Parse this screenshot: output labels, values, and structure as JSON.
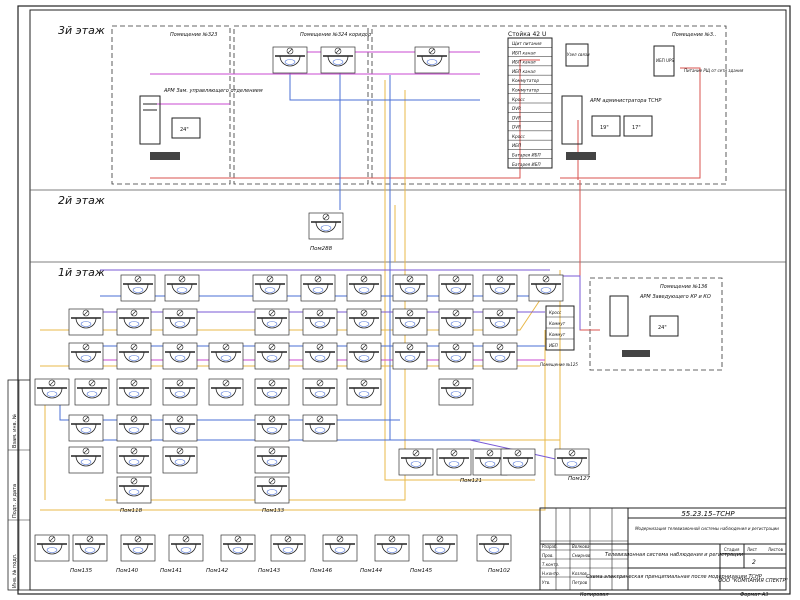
{
  "floors": {
    "f3": "3й этаж",
    "f2": "2й этаж",
    "f1": "1й этаж"
  },
  "rooms": {
    "f3_room1": "Помещение №323",
    "f3_room2": "Помещение №324 коридор",
    "f3_room3": "Помещение №3..",
    "f1_room": "Помещение №136",
    "f1_rack_room": "Помещение №125"
  },
  "workstations": {
    "f3_left": "АРМ Зам. управляющего отделением",
    "f3_right": "АРМ администратора ТСНР",
    "f1": "АРМ Заведующего КР и КО",
    "monitor_24": "24\"",
    "monitor_19": "19\"",
    "monitor_17": "17\""
  },
  "rack": {
    "title": "Стойка 42 U",
    "items": [
      "Щит питания",
      "ИБП канал",
      "ИБП канал",
      "ИБП канал",
      "Коммутатор",
      "Коммутатор",
      "Кросс",
      "DVR",
      "DVR",
      "DVR",
      "Кросс",
      "ИБП",
      "Батарея ИБП",
      "Батарея ИБП"
    ]
  },
  "rack_f1": {
    "items": [
      "Кросс",
      "Коммут",
      "Коммут",
      "ИБП"
    ]
  },
  "misc": {
    "router_box": "Узел связи",
    "power_box": "ИБП UPS",
    "power_note": "Питание РЩ от сети здания"
  },
  "room_labels": [
    "Пом288",
    "Пом121",
    "Пом118",
    "Пом133",
    "Пом135",
    "Пом140",
    "Пом141",
    "Пом142",
    "Пом143",
    "Пом146",
    "Пом144",
    "Пом145",
    "Пом102",
    "Пом127"
  ],
  "title_block": {
    "code": "55.23.15–ТСНР",
    "description": "Модернизация телевизионной системы наблюдения и регистрации",
    "sheet_no": "2",
    "drawing_title": "Телевизионная система наблюдения и регистрации",
    "drawing_subtitle": "Схема электрическая принципиальная после модернизации ТСНР",
    "company": "ООО \"КОМПАНИЯ СПЕКТР\"",
    "stage_label": "Стадия",
    "sheet_label": "Лист",
    "sheets_label": "Листов",
    "rows": [
      "Разраб.",
      "Пров.",
      "Т.контр.",
      "Н.контр.",
      "Утв."
    ],
    "names": [
      "Волкова",
      "Смирнов",
      "",
      "Козлов",
      "Петров"
    ],
    "copied": "Копировал",
    "format": "Формат A3"
  },
  "side_stamp": [
    "Взам. инв. №",
    "Подп. и дата",
    "Инв. № подл."
  ],
  "colors": {
    "red": "#d9534f",
    "yellow": "#e8b84a",
    "blue": "#4a6fd6",
    "magenta": "#c94ad0",
    "purple": "#7a5ad6"
  }
}
